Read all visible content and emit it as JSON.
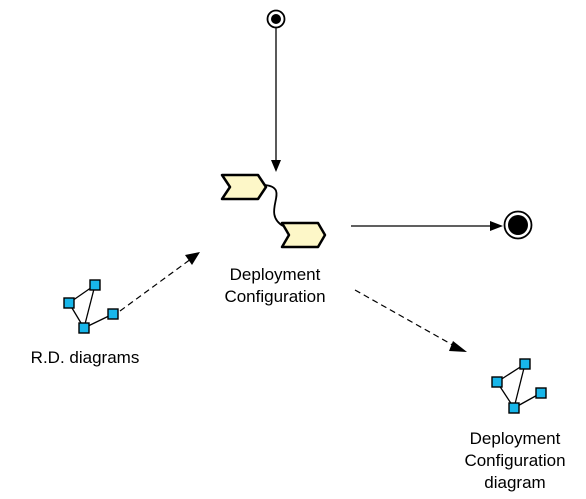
{
  "diagram": {
    "activity": {
      "line1": "Deployment",
      "line2": "Configuration"
    },
    "input_artifact": {
      "label": "R.D. diagrams"
    },
    "output_artifact": {
      "line1": "Deployment",
      "line2": "Configuration",
      "line3": "diagram"
    }
  },
  "colors": {
    "activity_fill": "#fdf7c8",
    "node_fill": "#18b6ea",
    "stroke": "#000000",
    "background": "#ffffff"
  },
  "icons": {
    "activity": "activity-chevron-pair-icon",
    "artifact": "network-diagram-icon",
    "start": "initial-node-icon",
    "end": "final-node-icon"
  }
}
